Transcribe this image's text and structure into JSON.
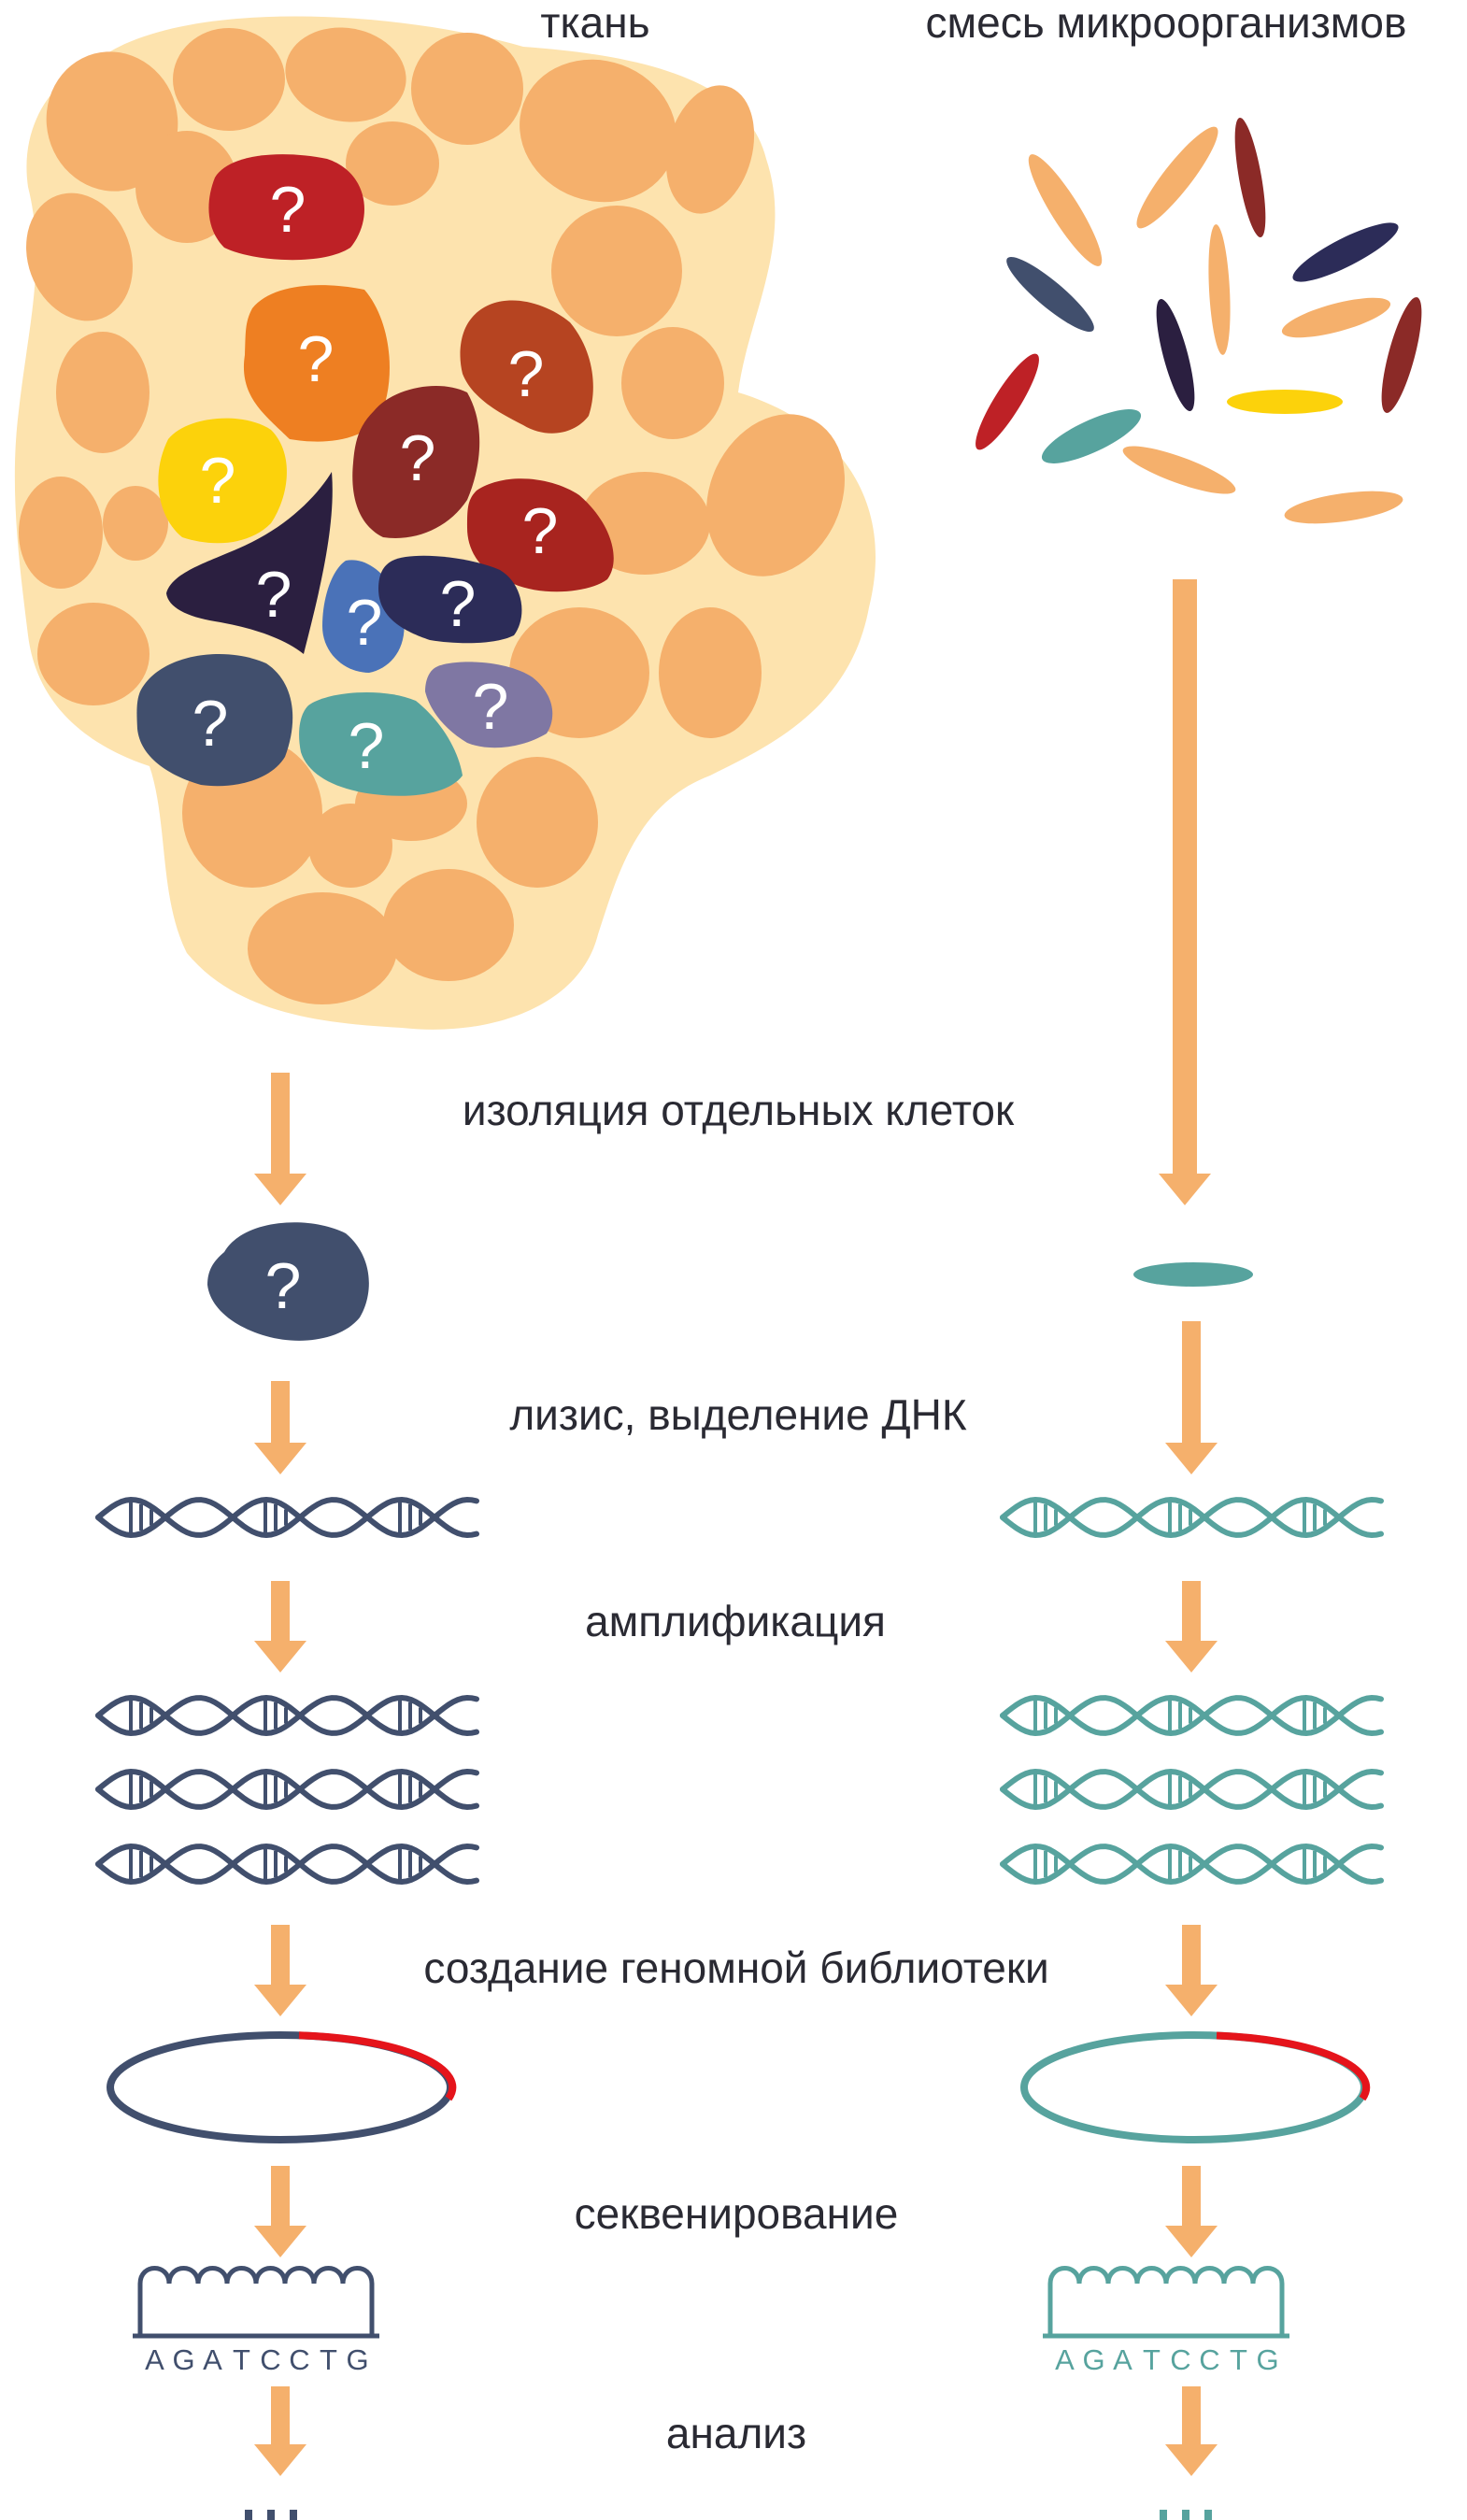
{
  "headers": {
    "left": "ткань",
    "right": "смесь микроорганизмов"
  },
  "steps": {
    "isolation": "изоляция отдельных клеток",
    "lysis": "лизис, выделение ДНК",
    "amplification": "амплификация",
    "library": "создание геномной библиотеки",
    "sequencing": "секвенирование",
    "analysis": "анализ"
  },
  "cell_mark": "?",
  "sequence": [
    "A",
    "G",
    "A",
    "T",
    "C",
    "C",
    "T",
    "G"
  ],
  "colors": {
    "tissue_bg": "#fde3ae",
    "tissue_cell": "#f5b06c",
    "arrow": "#f5b06c",
    "left_dna": "#414f6d",
    "right_dna": "#57a39e",
    "plasmid_insert": "#e5141b",
    "text": "#2a2a33"
  },
  "icons": [
    "down-arrow-icon",
    "dna-strand-icon",
    "plasmid-icon",
    "chromatogram-icon",
    "question-mark-icon",
    "bacteria-icon"
  ]
}
